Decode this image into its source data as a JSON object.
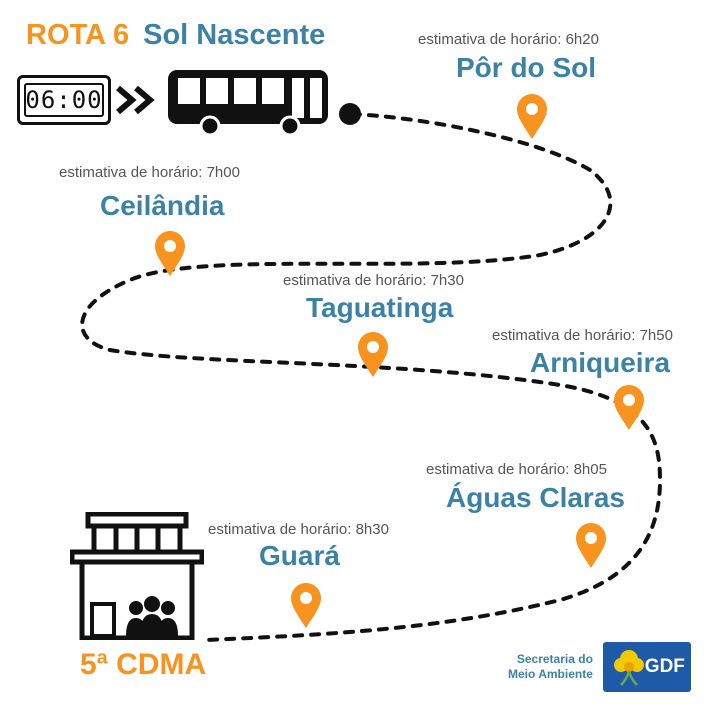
{
  "header": {
    "route_code": "ROTA 6",
    "origin": "Sol Nascente",
    "clock_time": "06:00"
  },
  "stops": [
    {
      "estimate": "estimativa de horário: 6h20",
      "name": "Pôr do Sol"
    },
    {
      "estimate": "estimativa de horário: 7h00",
      "name": "Ceilândia"
    },
    {
      "estimate": "estimativa de horário: 7h30",
      "name": "Taguatinga"
    },
    {
      "estimate": "estimativa de horário: 7h50",
      "name": "Arniqueira"
    },
    {
      "estimate": "estimativa de horário: 8h05",
      "name": "Águas Claras"
    },
    {
      "estimate": "estimativa de horário: 8h30",
      "name": "Guará"
    }
  ],
  "destination": "5ª CDMA",
  "footer": {
    "secretaria_line1": "Secretaria do",
    "secretaria_line2": "Meio Ambiente",
    "gdf": "GDF"
  },
  "colors": {
    "accent_orange": "#f7931e",
    "title_blue": "#3b82a6",
    "gdf_blue": "#1e5aa8"
  },
  "icons": [
    "digital-clock-icon",
    "double-chevron-right-icon",
    "bus-icon",
    "location-pin-icon",
    "building-icon",
    "people-icon",
    "flower-logo-icon"
  ]
}
